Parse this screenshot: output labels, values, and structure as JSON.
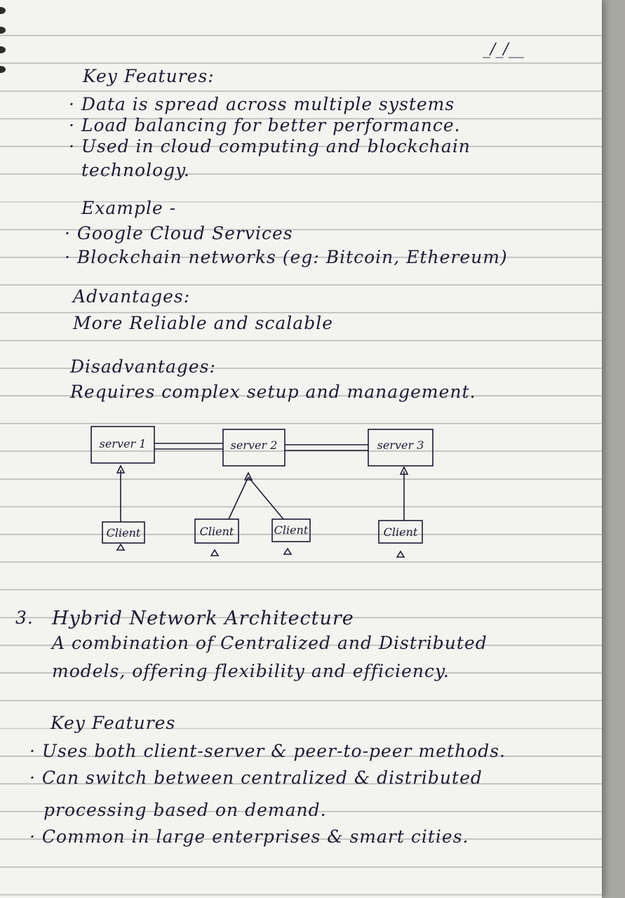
{
  "date": "_/_/__",
  "section2": {
    "key_features_title": "Key Features:",
    "key_features": [
      "Data is spread across multiple systems",
      "Load balancing for better performance.",
      "Used in cloud computing and blockchain",
      "technology."
    ],
    "example_title": "Example -",
    "examples": [
      "Google Cloud Services",
      "Blockchain networks (eg: Bitcoin, Ethereum)"
    ],
    "advantages_title": "Advantages:",
    "advantages_text": "More Reliable and scalable",
    "disadvantages_title": "Disadvantages:",
    "disadvantages_text": "Requires complex setup and management."
  },
  "diagram": {
    "servers": [
      "server 1",
      "server 2",
      "server 3"
    ],
    "clients": [
      "Client",
      "Client",
      "Client",
      "Client"
    ]
  },
  "section3": {
    "number": "3.",
    "title": "Hybrid Network Architecture",
    "desc1": "A combination of Centralized and Distributed",
    "desc2": "models, offering flexibility and efficiency.",
    "key_features_title": "Key Features",
    "key_features": [
      "Uses both client-server & peer-to-peer methods.",
      "Can switch between centralized & distributed",
      "processing based on demand.",
      "Common in large enterprises & smart cities."
    ]
  }
}
